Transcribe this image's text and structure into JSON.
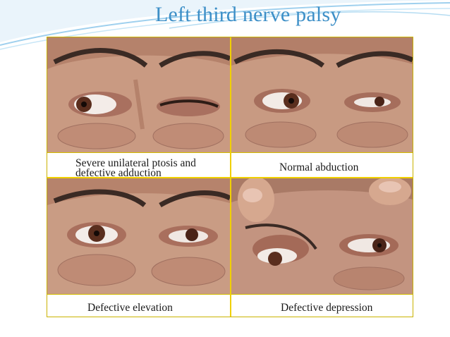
{
  "slide": {
    "title": "Left third nerve palsy"
  },
  "panels": [
    {
      "caption_line1": "Severe unilateral ptosis and",
      "caption_line2": "defective adduction"
    },
    {
      "caption": "Normal abduction"
    },
    {
      "caption": "Defective elevation"
    },
    {
      "caption": "Defective depression"
    }
  ]
}
